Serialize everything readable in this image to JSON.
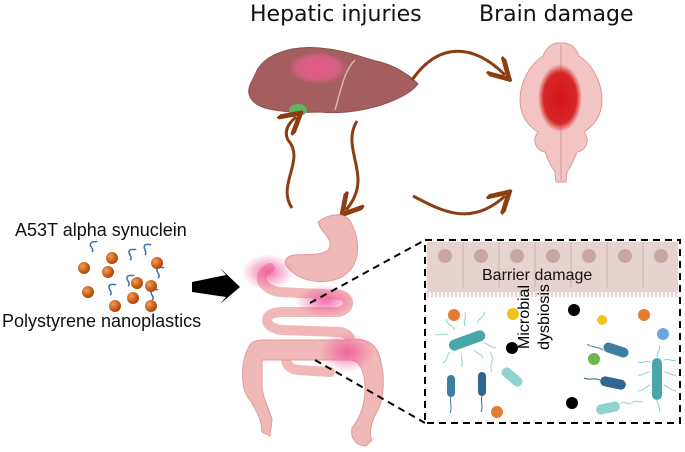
{
  "labels": {
    "hepatic": "Hepatic injuries",
    "brain": "Brain damage",
    "a53t": "A53T alpha synuclein",
    "nanoplastics": "Polystyrene nanoplastics",
    "barrier": "Barrier damage",
    "microbial_line1": "Microbial",
    "microbial_line2": "dysbiosis"
  },
  "colors": {
    "arrow_brown": "#8B3E12",
    "liver": "#A45E5E",
    "liver_injury": "#E0608A",
    "brain": "#F2C4C4",
    "brain_injury": "#D51E1E",
    "gut": "#F1B8B8",
    "gut_inflammation": "#EE6FA0",
    "nanoparticle": "#D0651C",
    "synuclein": "#3C6FB5",
    "epithelium": "#E6D3D0",
    "nucleus": "#C7A7A0"
  }
}
